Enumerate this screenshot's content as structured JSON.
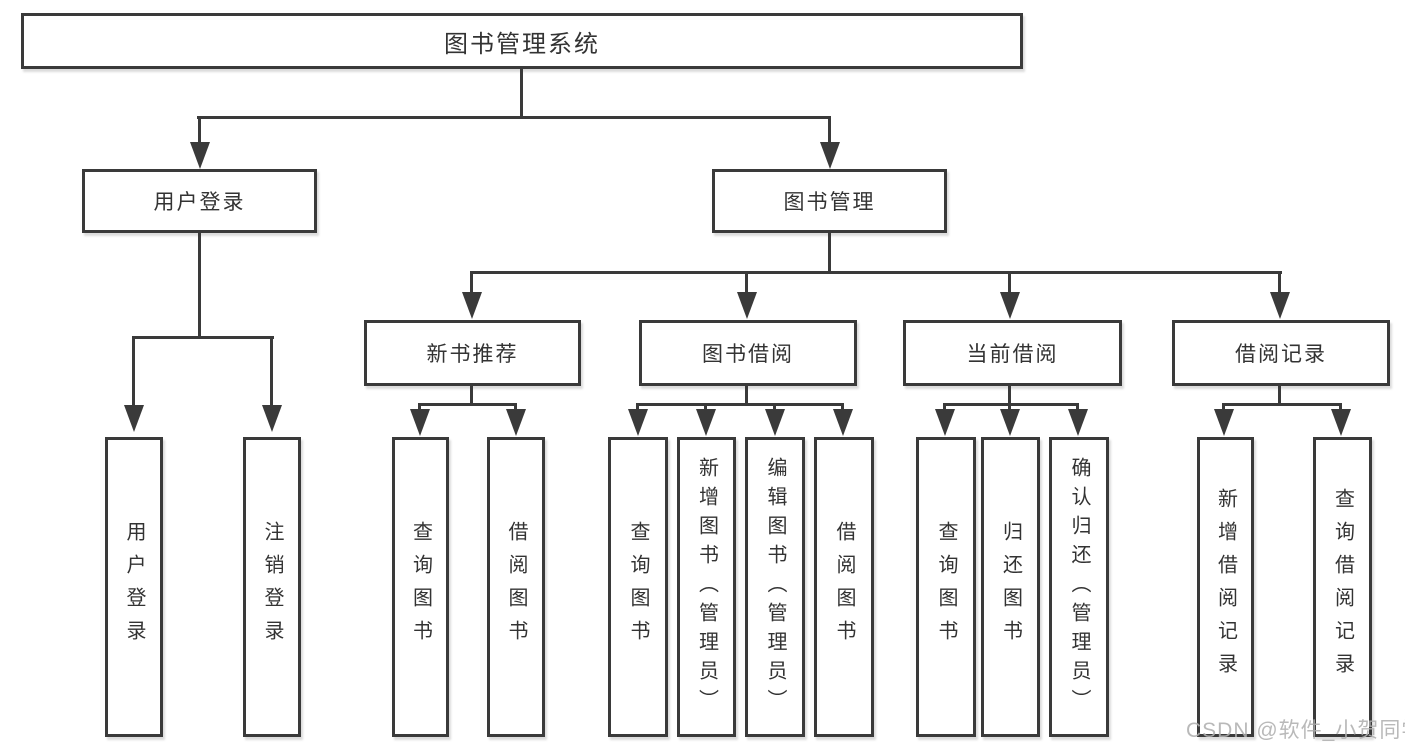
{
  "diagram": {
    "root": "图书管理系统",
    "branches": [
      {
        "label": "用户登录",
        "children": [
          "用户登录",
          "注销登录"
        ]
      },
      {
        "label": "图书管理",
        "sections": [
          {
            "label": "新书推荐",
            "children": [
              "查询图书",
              "借阅图书"
            ]
          },
          {
            "label": "图书借阅",
            "children": [
              "查询图书",
              "新增图书（管理员）",
              "编辑图书（管理员）",
              "借阅图书"
            ]
          },
          {
            "label": "当前借阅",
            "children": [
              "查询图书",
              "归还图书",
              "确认归还（管理员）"
            ]
          },
          {
            "label": "借阅记录",
            "children": [
              "新增借阅记录",
              "查询借阅记录"
            ]
          }
        ]
      }
    ]
  },
  "watermark": "CSDN @软件_小贺同学",
  "colors": {
    "line": "#3a3a3a",
    "box_border": "#3a3a3a",
    "text": "#333333",
    "background": "#ffffff",
    "watermark": "#b0b0b0"
  }
}
